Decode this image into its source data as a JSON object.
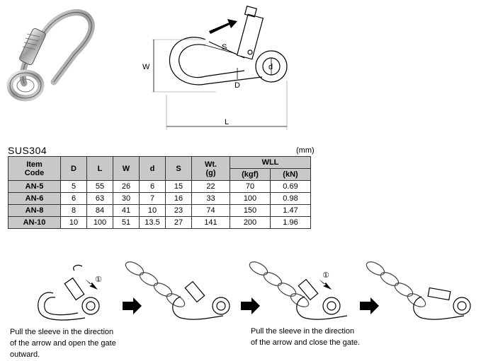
{
  "dimension_labels": {
    "W": "W",
    "S": "S",
    "d": "d",
    "D": "D",
    "L": "L"
  },
  "spec": {
    "title": "SUS304",
    "unit": "(mm)",
    "headers": {
      "item_code_1": "Item",
      "item_code_2": "Code",
      "D": "D",
      "L": "L",
      "W": "W",
      "d": "d",
      "S": "S",
      "wt_1": "Wt.",
      "wt_2": "(g)",
      "wll": "WLL",
      "kgf": "(kgf)",
      "kn": "(kN)"
    },
    "rows": [
      {
        "code": "AN-5",
        "D": "5",
        "L": "55",
        "W": "26",
        "d": "6",
        "S": "15",
        "wt": "22",
        "kgf": "70",
        "kn": "0.69"
      },
      {
        "code": "AN-6",
        "D": "6",
        "L": "63",
        "W": "30",
        "d": "7",
        "S": "16",
        "wt": "33",
        "kgf": "100",
        "kn": "0.98"
      },
      {
        "code": "AN-8",
        "D": "8",
        "L": "84",
        "W": "41",
        "d": "10",
        "S": "23",
        "wt": "74",
        "kgf": "150",
        "kn": "1.47"
      },
      {
        "code": "AN-10",
        "D": "10",
        "L": "100",
        "W": "51",
        "d": "13.5",
        "S": "27",
        "wt": "141",
        "kgf": "200",
        "kn": "1.96"
      }
    ]
  },
  "instructions": {
    "open": [
      "Pull the sleeve in the direction",
      "of the arrow and open the gate",
      "outward."
    ],
    "close": [
      "Pull the sleeve in the direction",
      "of the arrow and close the gate."
    ],
    "step_marker": "①"
  }
}
